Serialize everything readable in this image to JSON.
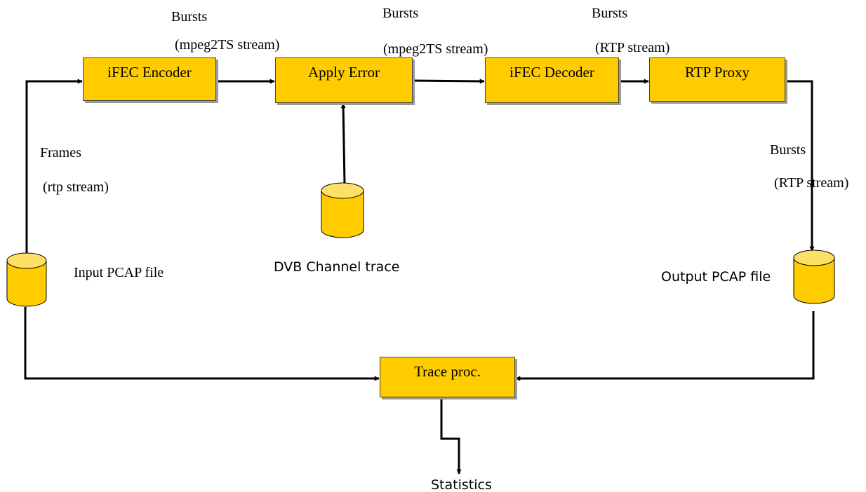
{
  "colors": {
    "block_fill": "#FFCC00",
    "block_border": "#444444",
    "shadow": "#9a9a9a",
    "arrow": "#000000"
  },
  "blocks": {
    "encoder": "iFEC Encoder",
    "apply_error": "Apply Error",
    "decoder": "iFEC Decoder",
    "rtp_proxy": "RTP Proxy",
    "trace_proc": "Trace proc."
  },
  "databases": {
    "input": "Input PCAP file",
    "channel": "DVB Channel trace",
    "output": "Output PCAP file"
  },
  "edge_labels": {
    "enc_to_err_line1": "Bursts",
    "enc_to_err_line2": "(mpeg2TS stream)",
    "err_to_dec_line1": "Bursts",
    "err_to_dec_line2": "(mpeg2TS stream)",
    "dec_to_proxy_line1": "Bursts",
    "dec_to_proxy_line2": "(RTP stream)",
    "input_line1": "Frames",
    "input_line2": "(rtp stream)",
    "output_line1": "Bursts",
    "output_line2": "(RTP stream)"
  },
  "output": {
    "statistics": "Statistics"
  }
}
